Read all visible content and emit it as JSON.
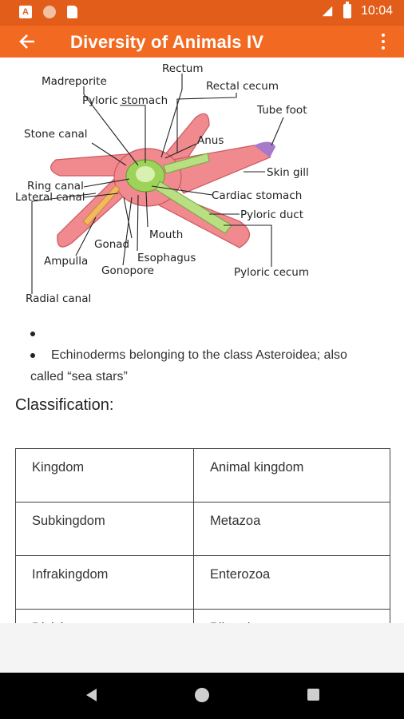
{
  "status_bar": {
    "time": "10:04",
    "left_icons": [
      "a-notification-icon",
      "circle-notification-icon",
      "sd-card-icon"
    ],
    "right_icons": [
      "signal-icon",
      "battery-icon"
    ]
  },
  "app_bar": {
    "title": "Diversity of Animals IV",
    "back_icon": "arrow-back-icon",
    "menu_icon": "more-vert-icon",
    "color": "#f26a21",
    "status_color": "#e35d1a"
  },
  "diagram": {
    "labels": {
      "rectum": "Rectum",
      "madreporite": "Madreporite",
      "pyloric_stomach": "Pyloric stomach",
      "rectal_cecum": "Rectal cecum",
      "tube_foot": "Tube foot",
      "stone_canal": "Stone canal",
      "anus": "Anus",
      "skin_gill": "Skin gill",
      "ring_canal": "Ring canal",
      "lateral_canal": "Lateral canal",
      "cardiac_stomach": "Cardiac stomach",
      "pyloric_duct": "Pyloric duct",
      "mouth": "Mouth",
      "gonad": "Gonad",
      "esophagus": "Esophagus",
      "ampulla": "Ampulla",
      "gonopore": "Gonopore",
      "pyloric_cecum": "Pyloric cecum",
      "radial_canal": "Radial canal"
    }
  },
  "bullets": [
    "",
    "Echinoderms belonging to the class Asteroidea; also called “sea stars”"
  ],
  "classification": {
    "heading": "Classification:",
    "rows": [
      [
        "Kingdom",
        "Animal kingdom"
      ],
      [
        "Subkingdom",
        "Metazoa"
      ],
      [
        "Infrakingdom",
        "Enterozoa"
      ],
      [
        "Division",
        "Bilateria"
      ]
    ]
  },
  "nav_bar": {
    "buttons": [
      "nav-back-icon",
      "nav-home-icon",
      "nav-recents-icon"
    ]
  }
}
